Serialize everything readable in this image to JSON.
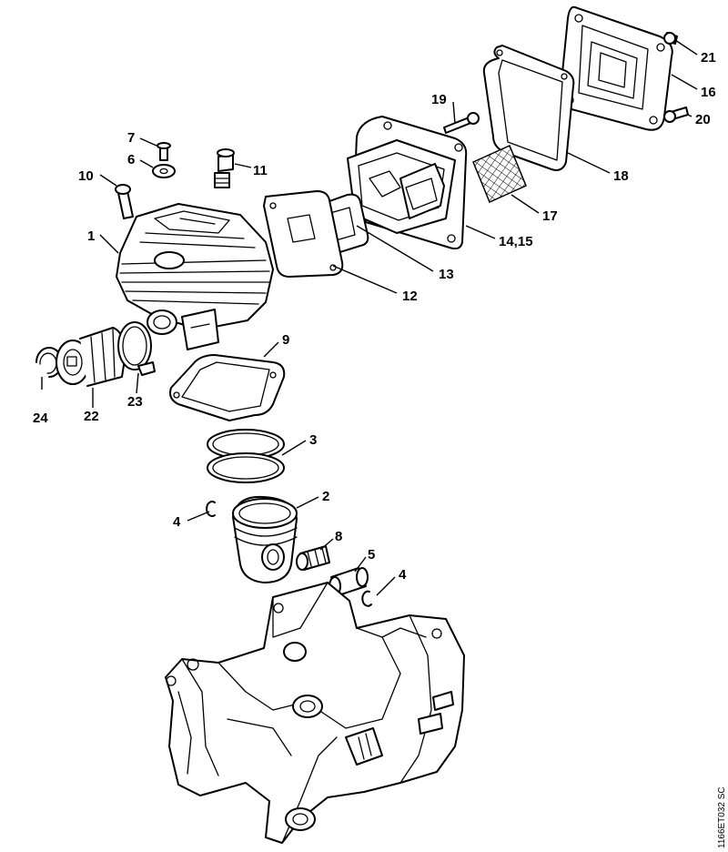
{
  "callouts": {
    "c1": "1",
    "c2": "2",
    "c3": "3",
    "c4a": "4",
    "c4b": "4",
    "c5": "5",
    "c6": "6",
    "c7": "7",
    "c8": "8",
    "c9": "9",
    "c10": "10",
    "c11": "11",
    "c12": "12",
    "c13": "13",
    "c14_15": "14,15",
    "c16": "16",
    "c17": "17",
    "c18": "18",
    "c19": "19",
    "c20": "20",
    "c21": "21",
    "c22": "22",
    "c23": "23",
    "c24": "24"
  },
  "drawing_code": "1166ET032 SC",
  "colors": {
    "line": "#000000",
    "background": "#ffffff"
  }
}
